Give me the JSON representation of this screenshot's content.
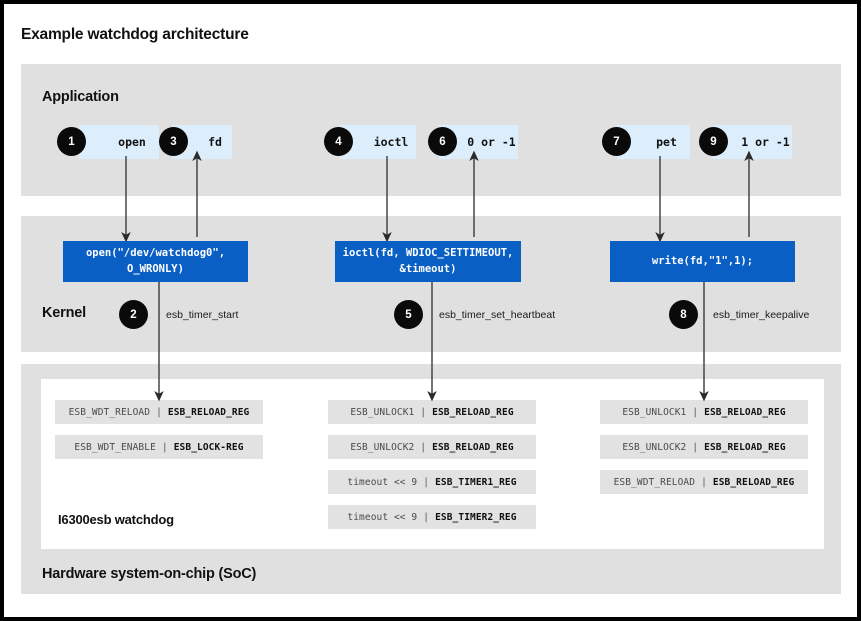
{
  "title": "Example watchdog architecture",
  "colors": {
    "band": "#e0e0e0",
    "chip": "#dceefc",
    "kernel_box": "#0a5fc4",
    "badge": "#0a0a0a",
    "register_row": "#e2e2e2",
    "page_border": "#000000"
  },
  "sections": {
    "application": {
      "label": "Application"
    },
    "kernel": {
      "label": "Kernel"
    },
    "hardware": {
      "label": "Hardware system-on-chip (SoC)",
      "sub_label": "I6300esb watchdog"
    }
  },
  "application_chips": [
    {
      "badge": "1",
      "label": "open"
    },
    {
      "badge": "3",
      "label": "fd"
    },
    {
      "badge": "4",
      "label": "ioctl"
    },
    {
      "badge": "6",
      "label": "0 or -1"
    },
    {
      "badge": "7",
      "label": "pet"
    },
    {
      "badge": "9",
      "label": "1 or -1"
    }
  ],
  "kernel_boxes": [
    {
      "code": "open(\"/dev/watchdog0\",\nO_WRONLY)"
    },
    {
      "code": "ioctl(fd, WDIOC_SETTIMEOUT,\n&timeout)"
    },
    {
      "code": "write(fd,\"1\",1);"
    }
  ],
  "kernel_functions": [
    {
      "badge": "2",
      "name": "esb_timer_start"
    },
    {
      "badge": "5",
      "name": "esb_timer_set_heartbeat"
    },
    {
      "badge": "8",
      "name": "esb_timer_keepalive"
    }
  ],
  "hardware_columns": [
    {
      "rows": [
        {
          "left": "ESB_WDT_RELOAD",
          "sep": "|",
          "right": "ESB_RELOAD_REG"
        },
        {
          "left": "ESB_WDT_ENABLE",
          "sep": "|",
          "right": "ESB_LOCK-REG"
        }
      ]
    },
    {
      "rows": [
        {
          "left": "ESB_UNLOCK1",
          "sep": "|",
          "right": "ESB_RELOAD_REG"
        },
        {
          "left": "ESB_UNLOCK2",
          "sep": "|",
          "right": "ESB_RELOAD_REG"
        },
        {
          "left": "timeout << 9",
          "sep": "|",
          "right": "ESB_TIMER1_REG"
        },
        {
          "left": "timeout << 9",
          "sep": "|",
          "right": "ESB_TIMER2_REG"
        }
      ]
    },
    {
      "rows": [
        {
          "left": "ESB_UNLOCK1",
          "sep": "|",
          "right": "ESB_RELOAD_REG"
        },
        {
          "left": "ESB_UNLOCK2",
          "sep": "|",
          "right": "ESB_RELOAD_REG"
        },
        {
          "left": "ESB_WDT_RELOAD",
          "sep": "|",
          "right": "ESB_RELOAD_REG"
        }
      ]
    }
  ]
}
